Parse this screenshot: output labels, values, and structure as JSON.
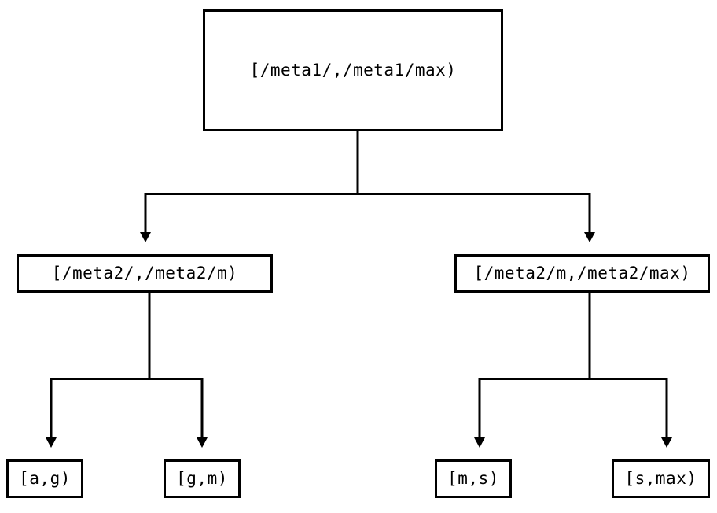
{
  "diagram": {
    "type": "tree",
    "orientation": "top-down",
    "background_color": "#ffffff",
    "stroke_color": "#000000",
    "text_color": "#000000",
    "nodes": {
      "root": {
        "label": "[/meta1/,/meta1/max)",
        "level": 0
      },
      "meta2_low": {
        "label": "[/meta2/,/meta2/m)",
        "level": 1
      },
      "meta2_high": {
        "label": "[/meta2/m,/meta2/max)",
        "level": 1
      },
      "leaf_ag": {
        "label": "[a,g)",
        "level": 2
      },
      "leaf_gm": {
        "label": "[g,m)",
        "level": 2
      },
      "leaf_ms": {
        "label": "[m,s)",
        "level": 2
      },
      "leaf_smax": {
        "label": "[s,max)",
        "level": 2
      }
    },
    "edges": [
      {
        "from": "root",
        "to": "meta2_low",
        "arrowhead": "filled-triangle-down"
      },
      {
        "from": "root",
        "to": "meta2_high",
        "arrowhead": "filled-triangle-down"
      },
      {
        "from": "meta2_low",
        "to": "leaf_ag",
        "arrowhead": "filled-triangle-down"
      },
      {
        "from": "meta2_low",
        "to": "leaf_gm",
        "arrowhead": "filled-triangle-down"
      },
      {
        "from": "meta2_high",
        "to": "leaf_ms",
        "arrowhead": "filled-triangle-down"
      },
      {
        "from": "meta2_high",
        "to": "leaf_smax",
        "arrowhead": "filled-triangle-down"
      }
    ]
  }
}
